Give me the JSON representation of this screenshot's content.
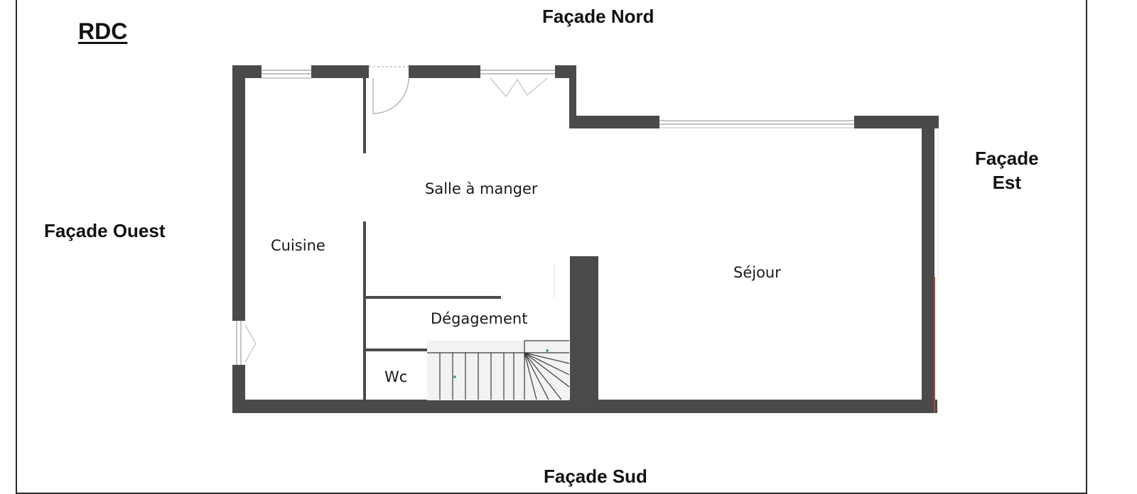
{
  "level_label": "RDC",
  "facades": {
    "north": "Façade Nord",
    "west": "Façade Ouest",
    "east_line1": "Façade",
    "east_line2": "Est",
    "south": "Façade Sud"
  },
  "rooms": {
    "dining": "Salle à manger",
    "kitchen": "Cuisine",
    "living": "Séjour",
    "hallway": "Dégagement",
    "wc": "Wc"
  },
  "colors": {
    "wall": "#4a4a4a",
    "window": "#bdbdbd",
    "text": "#111111"
  }
}
